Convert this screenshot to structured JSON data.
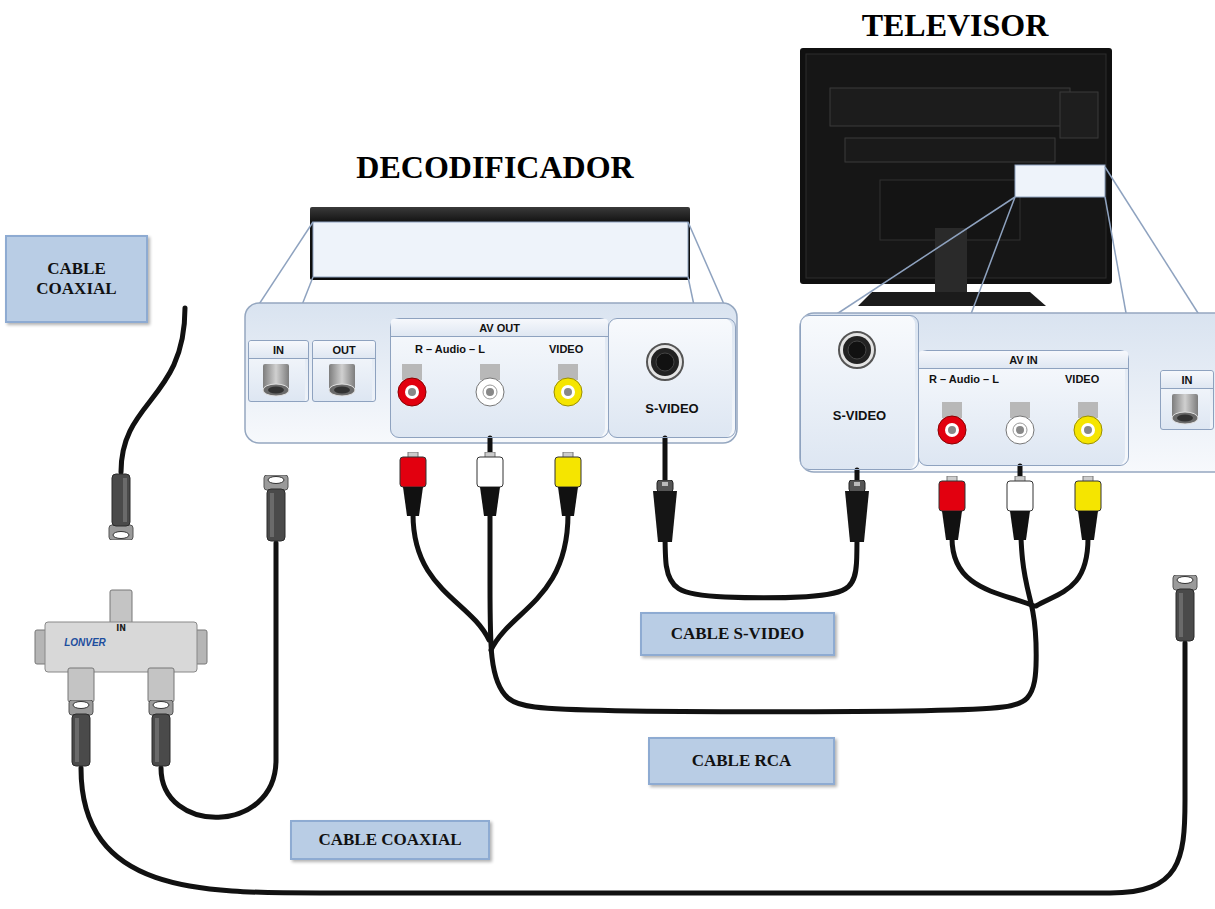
{
  "diagram": {
    "nodes": [
      {
        "text": [
          "CABLE COAXIAL"
        ]
      },
      {
        "text": [
          "IN"
        ]
      },
      {
        "text": [
          "OUT"
        ]
      },
      {
        "text": [
          "AV OUT",
          "R – Audio – L",
          "VIDEO"
        ]
      },
      {
        "text": [
          "S-VIDEO"
        ]
      },
      {
        "text": [
          "S-VIDEO"
        ]
      },
      {
        "text": [
          "AV IN",
          "R – Audio – L",
          "VIDEO"
        ]
      },
      {
        "text": [
          "IN"
        ]
      },
      {
        "text": [
          "CABLE S-VIDEO"
        ]
      },
      {
        "text": [
          "CABLE RCA"
        ]
      },
      {
        "text": [
          "CABLE COAXIAL"
        ]
      }
    ],
    "edges": [
      {
        "from": 4,
        "to": 5,
        "arrow": "none"
      },
      {
        "from": 3,
        "to": 6,
        "arrow": "none"
      }
    ],
    "labels": [
      "TELEVISOR",
      "DECODIFICADOR",
      "IN",
      "LONVER"
    ]
  }
}
